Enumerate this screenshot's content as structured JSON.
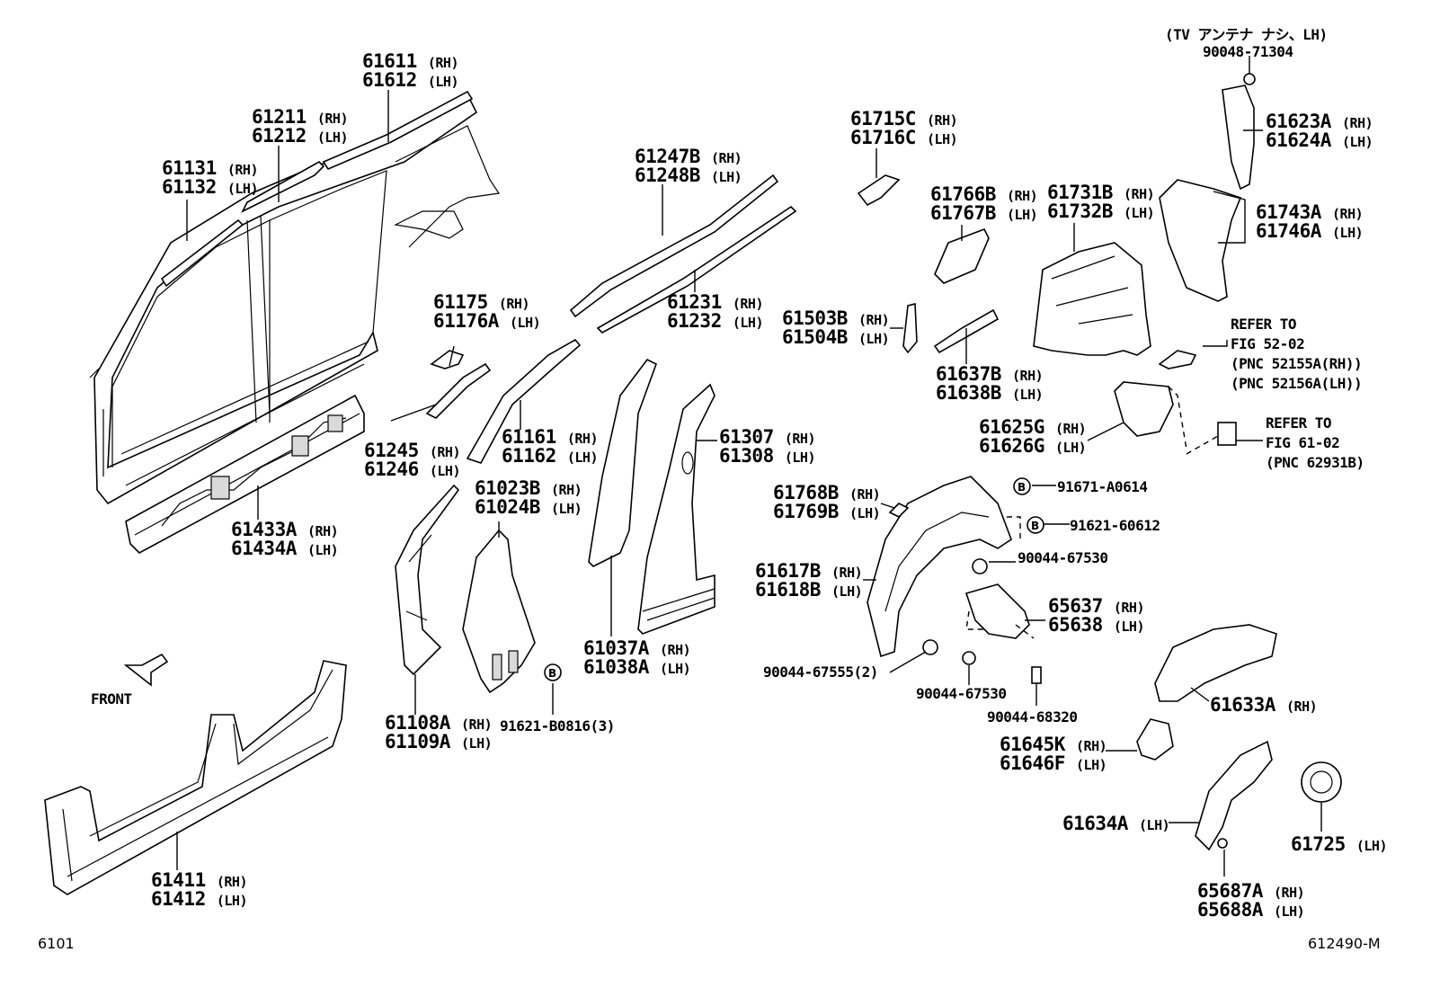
{
  "labels": {
    "p61611": {
      "num": "61611",
      "side": "(RH)"
    },
    "p61612": {
      "num": "61612",
      "side": "(LH)"
    },
    "p61211": {
      "num": "61211",
      "side": "(RH)"
    },
    "p61212": {
      "num": "61212",
      "side": "(LH)"
    },
    "p61131": {
      "num": "61131",
      "side": "(RH)"
    },
    "p61132": {
      "num": "61132",
      "side": "(LH)"
    },
    "p61433A": {
      "num": "61433A",
      "side": "(RH)"
    },
    "p61434A": {
      "num": "61434A",
      "side": "(LH)"
    },
    "p61411": {
      "num": "61411",
      "side": "(RH)"
    },
    "p61412": {
      "num": "61412",
      "side": "(LH)"
    },
    "p61247B": {
      "num": "61247B",
      "side": "(RH)"
    },
    "p61248B": {
      "num": "61248B",
      "side": "(LH)"
    },
    "p61231": {
      "num": "61231",
      "side": "(RH)"
    },
    "p61232": {
      "num": "61232",
      "side": "(LH)"
    },
    "p61175": {
      "num": "61175",
      "side": "(RH)"
    },
    "p61176A": {
      "num": "61176A",
      "side": "(LH)"
    },
    "p61245": {
      "num": "61245",
      "side": "(RH)"
    },
    "p61246": {
      "num": "61246",
      "side": "(LH)"
    },
    "p61161": {
      "num": "61161",
      "side": "(RH)"
    },
    "p61162": {
      "num": "61162",
      "side": "(LH)"
    },
    "p61023B": {
      "num": "61023B",
      "side": "(RH)"
    },
    "p61024B": {
      "num": "61024B",
      "side": "(LH)"
    },
    "p61307": {
      "num": "61307",
      "side": "(RH)"
    },
    "p61308": {
      "num": "61308",
      "side": "(LH)"
    },
    "p61037A": {
      "num": "61037A",
      "side": "(RH)"
    },
    "p61038A": {
      "num": "61038A",
      "side": "(LH)"
    },
    "p61108A": {
      "num": "61108A",
      "side": "(RH)"
    },
    "p61109A": {
      "num": "61109A",
      "side": "(LH)"
    },
    "p91621B": "91621-B0816(3)",
    "p61715C": {
      "num": "61715C",
      "side": "(RH)"
    },
    "p61716C": {
      "num": "61716C",
      "side": "(LH)"
    },
    "p61766B": {
      "num": "61766B",
      "side": "(RH)"
    },
    "p61767B": {
      "num": "61767B",
      "side": "(LH)"
    },
    "p61731B": {
      "num": "61731B",
      "side": "(RH)"
    },
    "p61732B": {
      "num": "61732B",
      "side": "(LH)"
    },
    "p61503B": {
      "num": "61503B",
      "side": "(RH)"
    },
    "p61504B": {
      "num": "61504B",
      "side": "(LH)"
    },
    "p61637B": {
      "num": "61637B",
      "side": "(RH)"
    },
    "p61638B": {
      "num": "61638B",
      "side": "(LH)"
    },
    "tvNote": "(TV アンテナ ナシ、LH)",
    "p90048": "90048-71304",
    "p61623A": {
      "num": "61623A",
      "side": "(RH)"
    },
    "p61624A": {
      "num": "61624A",
      "side": "(LH)"
    },
    "p61743A": {
      "num": "61743A",
      "side": "(RH)"
    },
    "p61746A": {
      "num": "61746A",
      "side": "(LH)"
    },
    "ref1": [
      "REFER TO",
      "FIG 52-02",
      "(PNC 52155A(RH))",
      "(PNC 52156A(LH))"
    ],
    "ref2": [
      "REFER TO",
      "FIG 61-02",
      "(PNC 62931B)"
    ],
    "p61625G": {
      "num": "61625G",
      "side": "(RH)"
    },
    "p61626G": {
      "num": "61626G",
      "side": "(LH)"
    },
    "p61768B": {
      "num": "61768B",
      "side": "(RH)"
    },
    "p61769B": {
      "num": "61769B",
      "side": "(LH)"
    },
    "p91671": "91671-A0614",
    "p91621_60612": "91621-60612",
    "p90044_67530a": "90044-67530",
    "p61617B": {
      "num": "61617B",
      "side": "(RH)"
    },
    "p61618B": {
      "num": "61618B",
      "side": "(LH)"
    },
    "p65637": {
      "num": "65637",
      "side": "(RH)"
    },
    "p65638": {
      "num": "65638",
      "side": "(LH)"
    },
    "p90044_67555": "90044-67555(2)",
    "p90044_67530b": "90044-67530",
    "p90044_68320": "90044-68320",
    "p61633A": {
      "num": "61633A",
      "side": "(RH)"
    },
    "p61645K": {
      "num": "61645K",
      "side": "(RH)"
    },
    "p61646F": {
      "num": "61646F",
      "side": "(LH)"
    },
    "p61634A": {
      "num": "61634A",
      "side": "(LH)"
    },
    "p61725": {
      "num": "61725",
      "side": "(LH)"
    },
    "p65687A": {
      "num": "65687A",
      "side": "(RH)"
    },
    "p65688A": {
      "num": "65688A",
      "side": "(LH)"
    },
    "front": "FRONT",
    "bolt_letter": "B"
  },
  "footer": {
    "left": "6101",
    "right": "612490-M"
  }
}
